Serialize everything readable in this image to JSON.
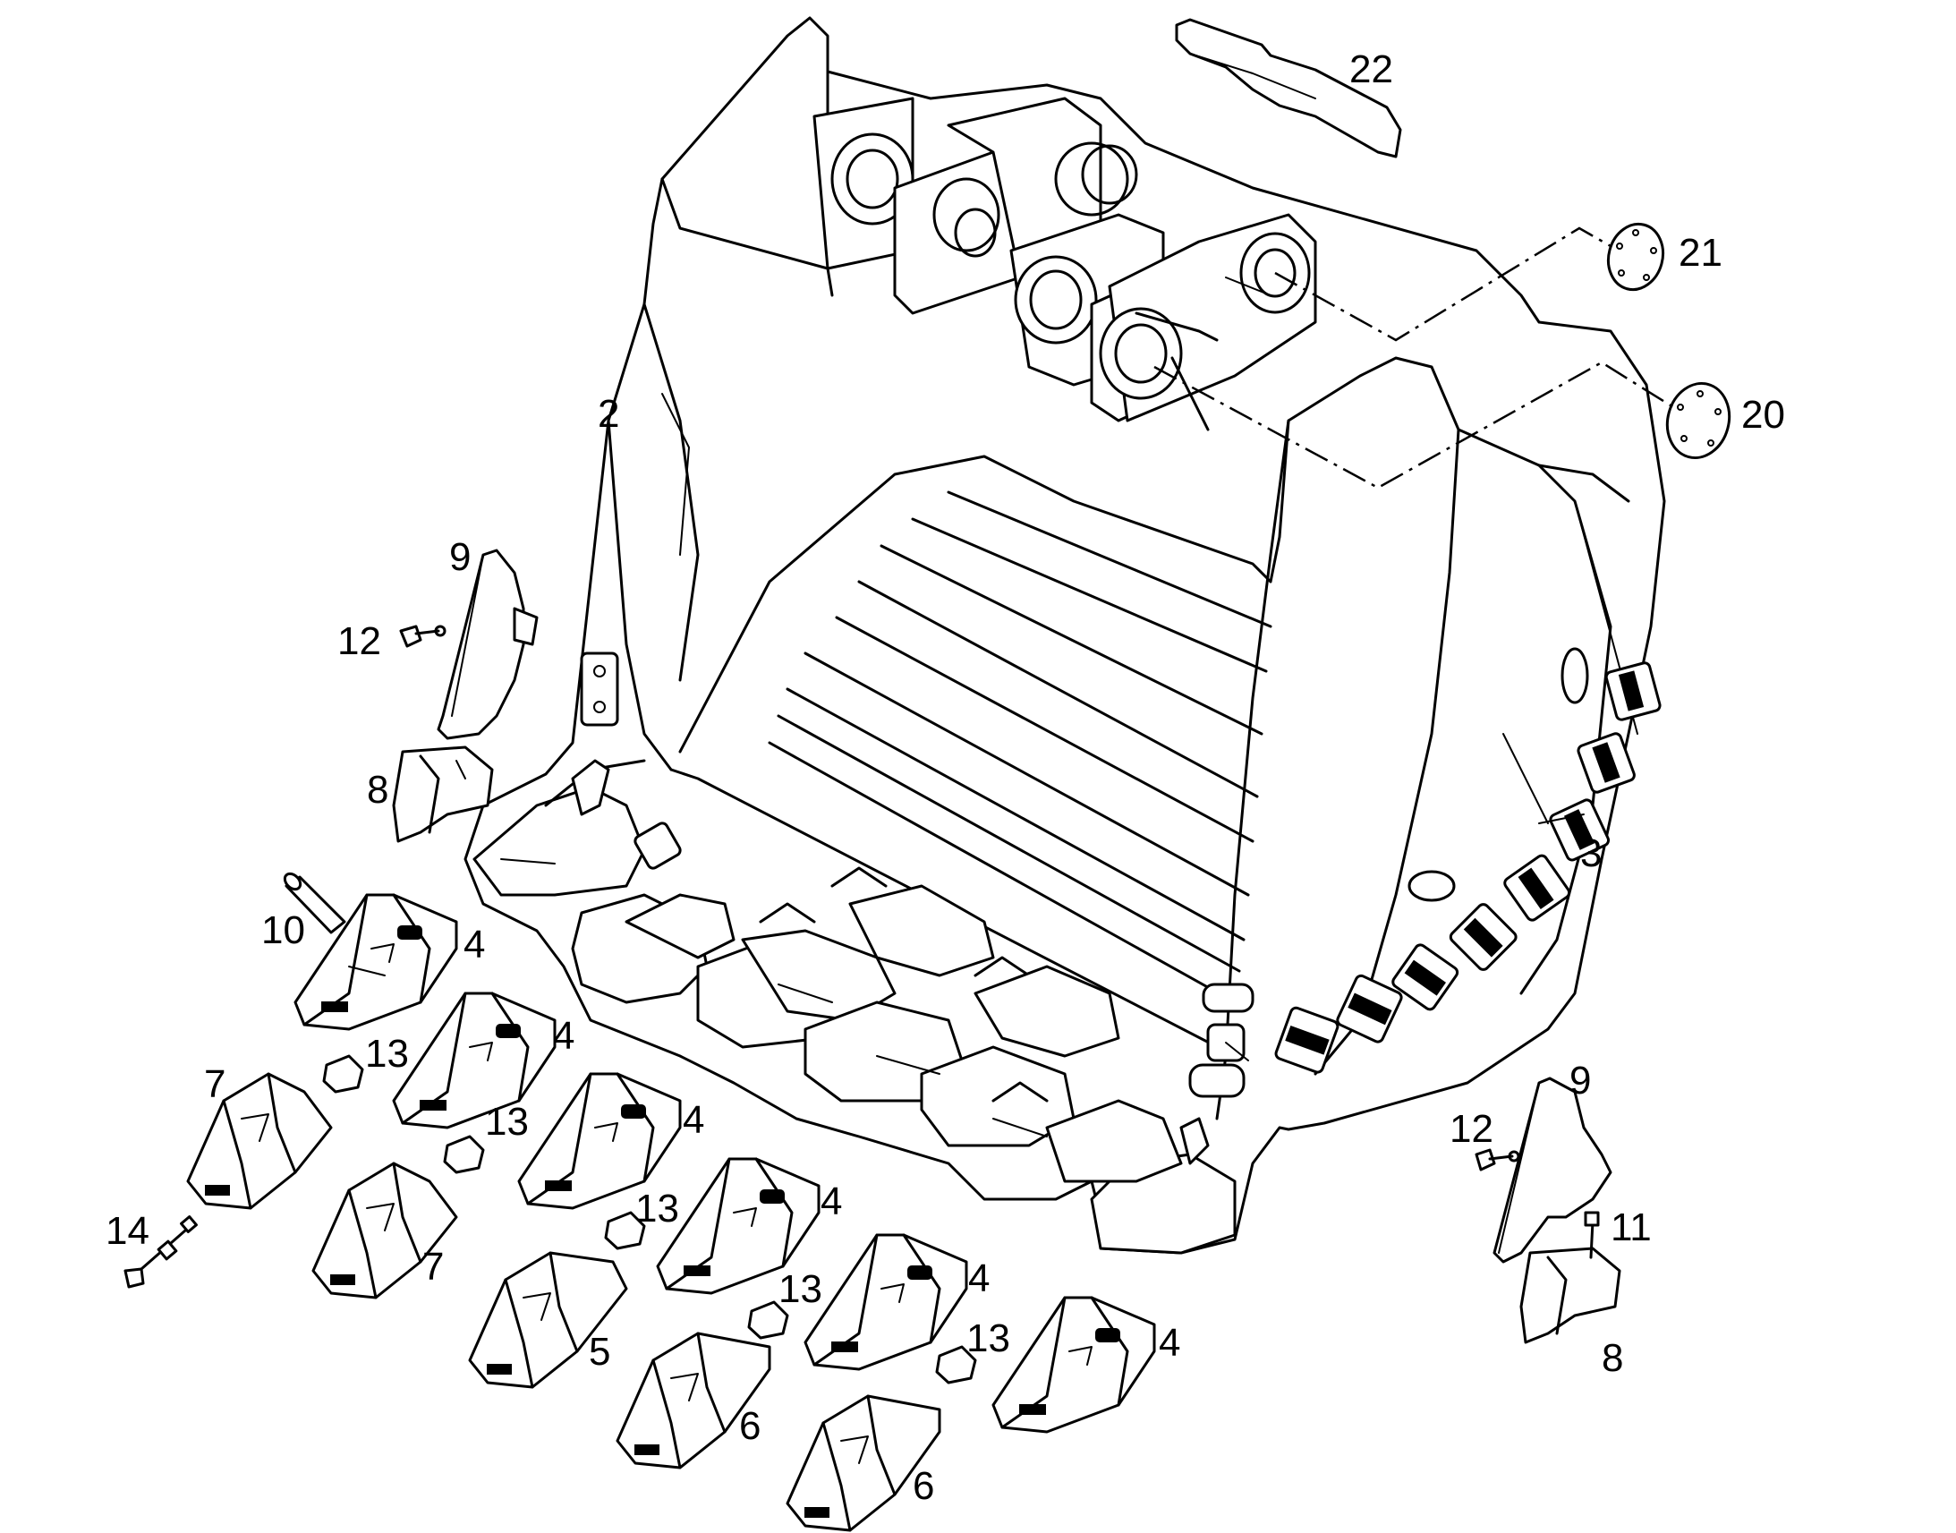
{
  "diagram": {
    "callouts": [
      {
        "id": "c2",
        "text": "2"
      },
      {
        "id": "c3",
        "text": "3"
      },
      {
        "id": "c4a",
        "text": "4"
      },
      {
        "id": "c4b",
        "text": "4"
      },
      {
        "id": "c4c",
        "text": "4"
      },
      {
        "id": "c4d",
        "text": "4"
      },
      {
        "id": "c4e",
        "text": "4"
      },
      {
        "id": "c4f",
        "text": "4"
      },
      {
        "id": "c5",
        "text": "5"
      },
      {
        "id": "c6a",
        "text": "6"
      },
      {
        "id": "c6b",
        "text": "6"
      },
      {
        "id": "c7a",
        "text": "7"
      },
      {
        "id": "c7b",
        "text": "7"
      },
      {
        "id": "c8a",
        "text": "8"
      },
      {
        "id": "c8b",
        "text": "8"
      },
      {
        "id": "c9a",
        "text": "9"
      },
      {
        "id": "c9b",
        "text": "9"
      },
      {
        "id": "c10",
        "text": "10"
      },
      {
        "id": "c11",
        "text": "11"
      },
      {
        "id": "c12a",
        "text": "12"
      },
      {
        "id": "c12b",
        "text": "12"
      },
      {
        "id": "c13a",
        "text": "13"
      },
      {
        "id": "c13b",
        "text": "13"
      },
      {
        "id": "c13c",
        "text": "13"
      },
      {
        "id": "c13d",
        "text": "13"
      },
      {
        "id": "c13e",
        "text": "13"
      },
      {
        "id": "c14",
        "text": "14"
      },
      {
        "id": "c20",
        "text": "20"
      },
      {
        "id": "c21",
        "text": "21"
      },
      {
        "id": "c22",
        "text": "22"
      }
    ]
  }
}
